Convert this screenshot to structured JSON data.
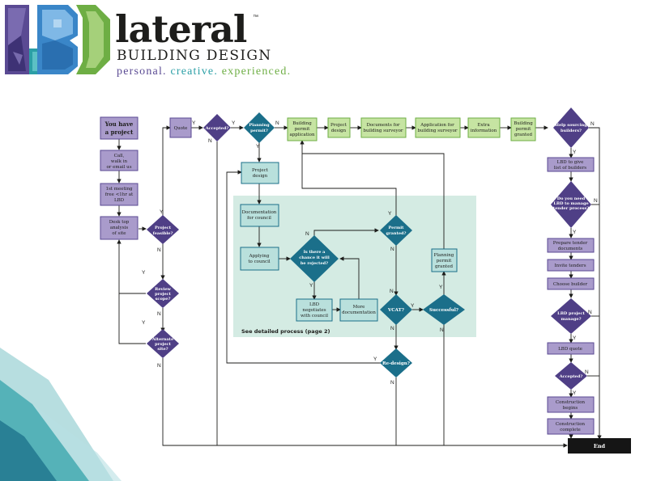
{
  "brand": {
    "name": "lateral",
    "tm": "™",
    "subtitle": "BUILDING DESIGN",
    "tagline": [
      "personal.",
      "creative.",
      "experienced."
    ],
    "logo_letters": "LBD",
    "colors": {
      "purple": "#5a4a93",
      "teal": "#2b9fa6",
      "green": "#6eae44",
      "dark": "#1d1d1b"
    }
  },
  "flowchart": {
    "nodes": {
      "you_have_project": "You have a project",
      "call": "Call, walk in or email us",
      "first_meeting": "1st meeting free <1hr at LBD",
      "desk_top": "Desk top analysis of site",
      "project_feasible": "Project feasible?",
      "review_scope": "Review project scope?",
      "alternate_site": "Alternate project site?",
      "quote": "Quote",
      "accepted_1": "Accepted?",
      "planning_permit": "Planning permit?",
      "building_permit_app": "Building permit application",
      "project_design_green": "Project design",
      "documents_surveyor": "Documents for building surveyor",
      "application_surveyor": "Application for building surveyor",
      "extra_info": "Extra information",
      "building_permit_granted": "Building permit granted",
      "project_design_teal": "Project design",
      "doc_council": "Documentation for council",
      "applying_council": "Applying to council",
      "chance_rejected": "Is there a chance it will be rejected?",
      "lbd_negotiates": "LBD negotiates with council",
      "more_doc": "More documentation",
      "permit_granted": "Permit granted?",
      "vcat": "VCAT?",
      "successful": "Successful?",
      "planning_permit_granted": "Planning permit granted",
      "redesign": "Re-design?",
      "help_sourcing": "Help sourcing builders?",
      "lbd_list": "LBD to give list of builders",
      "need_lbd_manage": "Do you need LBD to manage tender process?",
      "prepare_tender": "Prepare tender documents",
      "invite_tenders": "Invite tenders",
      "choose_builder": "Choose builder",
      "lbd_project_manage": "LBD project manage?",
      "lbd_quote": "LBD quote",
      "accepted_2": "Accepted?",
      "construction_begins": "Construction begins",
      "construction_complete": "Construction complete",
      "end": "End"
    },
    "detail_note": "See detailed process (page 2)",
    "labels": {
      "yes": "Y",
      "no": "N"
    }
  }
}
